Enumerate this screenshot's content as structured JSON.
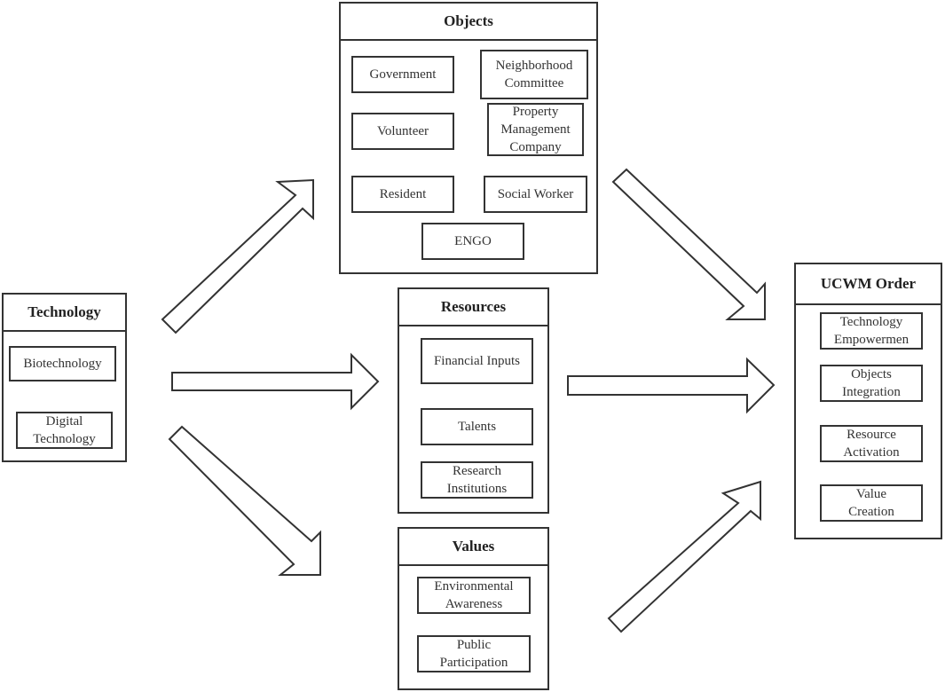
{
  "technology": {
    "title": "Technology",
    "items": [
      "Biotechnology",
      "Digital\nTechnology"
    ]
  },
  "objects": {
    "title": "Objects",
    "items": [
      "Government",
      "Neighborhood\nCommittee",
      "Volunteer",
      "Property\nManagement\nCompany",
      "Resident",
      "Social Worker",
      "ENGO"
    ]
  },
  "resources": {
    "title": "Resources",
    "items": [
      "Financial Inputs",
      "Talents",
      "Research\nInstitutions"
    ]
  },
  "values": {
    "title": "Values",
    "items": [
      "Environmental\nAwareness",
      "Public\nParticipation"
    ]
  },
  "ucwm_order": {
    "title": "UCWM Order",
    "items": [
      "Technology\nEmpowermen",
      "Objects\nIntegration",
      "Resource\nActivation",
      "Value\nCreation"
    ]
  }
}
